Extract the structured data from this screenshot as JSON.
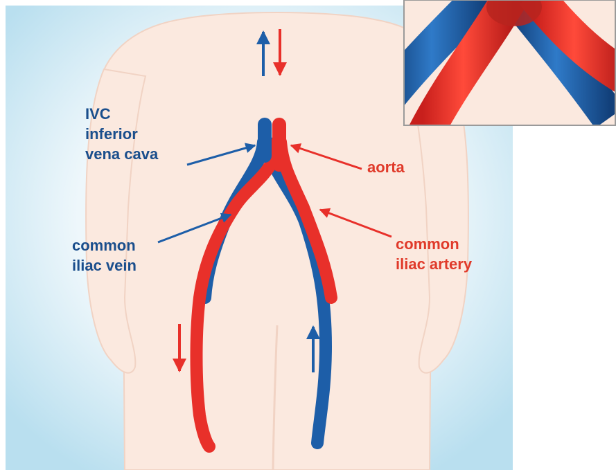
{
  "labels": {
    "ivc": {
      "abbr": "IVC",
      "line1": "inferior",
      "line2": "vena cava"
    },
    "aorta": "aorta",
    "common_iliac_vein": {
      "line1": "common",
      "line2": "iliac vein"
    },
    "common_iliac_artery": {
      "line1": "common",
      "line2": "iliac artery"
    }
  },
  "colors": {
    "vein": "#1d5ea8",
    "artery": "#e8302a",
    "vein_label": "#1a4e8c",
    "artery_label": "#e03a2a",
    "skin": "#fbe9df",
    "background": "#c4e3f1"
  }
}
